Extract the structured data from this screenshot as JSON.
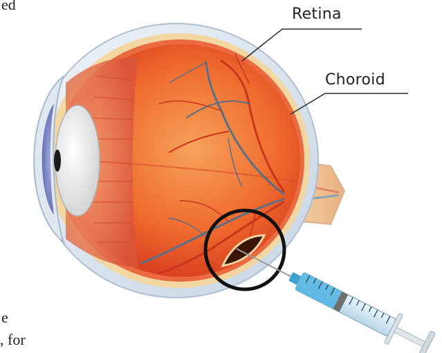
{
  "labels": {
    "retina": "Retina",
    "choroid": "Choroid"
  },
  "text_fragments": {
    "top_left": "ed",
    "bottom_left_1": "e",
    "bottom_left_2": ", for"
  },
  "colors": {
    "sclera": "#dfe8f1",
    "sclera_edge": "#aebfd2",
    "choroid_layer": "#f2d7a3",
    "retina_interior": "#e24a22",
    "vessels": "#5a6f86",
    "cornea": "#7c88c9",
    "lens": "#ececec",
    "optic_nerve": "#f3c79a",
    "lesion_circle": "#111111",
    "syringe_barrel": "#4eb3e0"
  },
  "icons": {
    "syringe": "syringe-icon",
    "magnifier": "highlight-circle"
  }
}
